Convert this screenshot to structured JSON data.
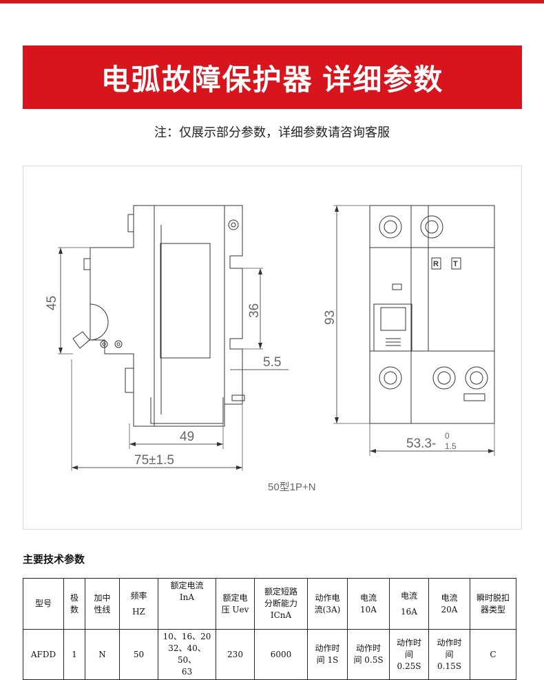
{
  "banner": {
    "title": "电弧故障保护器 详细参数"
  },
  "note": "注：仅展示部分参数，详细参数请咨询客服",
  "drawing": {
    "dims": {
      "left_height": "45",
      "rail_height": "36",
      "offset": "5.5",
      "depth_inner": "49",
      "depth_total": "75±1.5",
      "front_height": "93",
      "width": "53.3-",
      "tol_upper": "0",
      "tol_lower": "1.5"
    },
    "terminal_labels": [
      "R",
      "T"
    ],
    "model_caption": "50型1P+N"
  },
  "section_title": "主要技术参数",
  "table": {
    "headers": [
      {
        "line1": "型号",
        "line2": ""
      },
      {
        "line1": "极",
        "line2": "数"
      },
      {
        "line1": "加中",
        "line2": "性线"
      },
      {
        "line1": "频率",
        "line2": "HZ"
      },
      {
        "line1": "额定电流",
        "line2": "InA"
      },
      {
        "line1": "额定电",
        "line2": "压 Uev"
      },
      {
        "line1": "额定短路",
        "line2": "分断能力",
        "line3": "ICnA"
      },
      {
        "line1": "动作电",
        "line2": "流(3A)"
      },
      {
        "line1": "电流",
        "line2": "10A"
      },
      {
        "line1": "电流",
        "line2": "16A"
      },
      {
        "line1": "电流",
        "line2": "20A"
      },
      {
        "line1": "瞬时脱扣",
        "line2": "器类型"
      }
    ],
    "row": [
      {
        "line1": "AFDD",
        "line2": ""
      },
      {
        "line1": "1",
        "line2": ""
      },
      {
        "line1": "N",
        "line2": ""
      },
      {
        "line1": "50",
        "line2": ""
      },
      {
        "line1": "10、16、20",
        "line2": "32、40、50、",
        "line3": "63"
      },
      {
        "line1": "230",
        "line2": ""
      },
      {
        "line1": "6000",
        "line2": ""
      },
      {
        "line1": "动作时",
        "line2": "间 1S"
      },
      {
        "line1": "动作时",
        "line2": "间 0.5S"
      },
      {
        "line1": "动作时",
        "line2": "间",
        "line3": "0.25S"
      },
      {
        "line1": "动作时",
        "line2": "间",
        "line3": "0.15S"
      },
      {
        "line1": "C",
        "line2": ""
      }
    ]
  }
}
